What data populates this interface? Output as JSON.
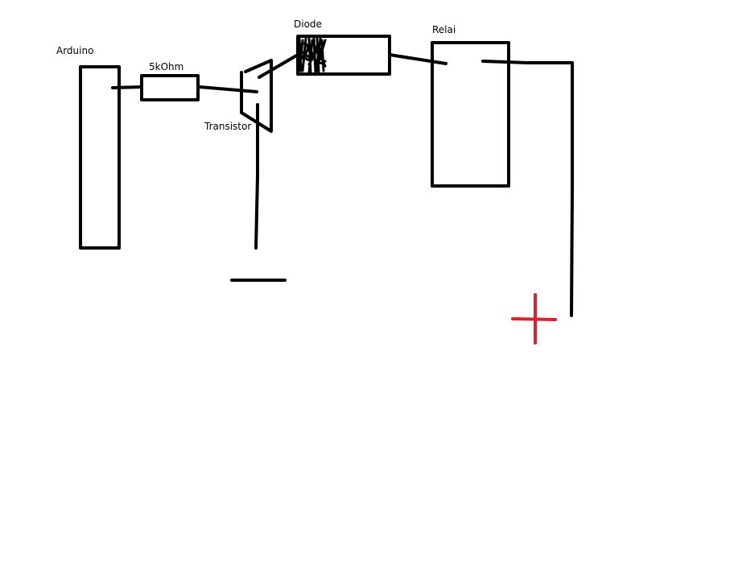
{
  "diagram": {
    "labels": {
      "arduino": "Arduino",
      "resistor": "5kOhm",
      "transistor": "Transistor",
      "diode": "Diode",
      "relai": "Relai"
    },
    "colors": {
      "stroke": "#000000",
      "plus_sign": "#e3202a",
      "background": "#ffffff"
    },
    "symbols": {
      "plus": "plus-sign-icon"
    }
  }
}
